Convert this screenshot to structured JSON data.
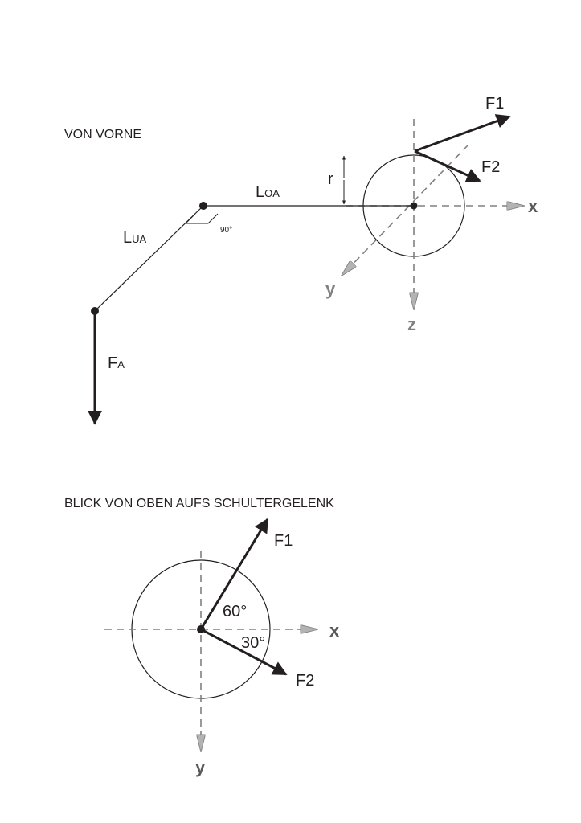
{
  "front_view": {
    "heading": "VON VORNE",
    "labels": {
      "force_1": "F",
      "force_1_sub": "1",
      "force_2": "F",
      "force_2_sub": "2",
      "radius": "r",
      "upper_arm": "L",
      "upper_arm_sub": "OA",
      "lower_arm": "L",
      "lower_arm_sub": "UA",
      "force_arm": "F",
      "force_arm_sub": "A",
      "right_angle": "90°"
    },
    "axes": {
      "x": "x",
      "y": "y",
      "z": "z"
    }
  },
  "top_view": {
    "heading": "BLICK VON OBEN AUFS SCHULTERGELENK",
    "labels": {
      "force_1": "F",
      "force_1_sub": "1",
      "force_2": "F",
      "force_2_sub": "2",
      "angle_f1": "60°",
      "angle_f2": "30°"
    },
    "axes": {
      "x": "x",
      "y": "y"
    }
  },
  "colors": {
    "line": "#231f20",
    "dashed_axis": "#808080",
    "axis_arrow_fill": "#b3b3b3"
  }
}
